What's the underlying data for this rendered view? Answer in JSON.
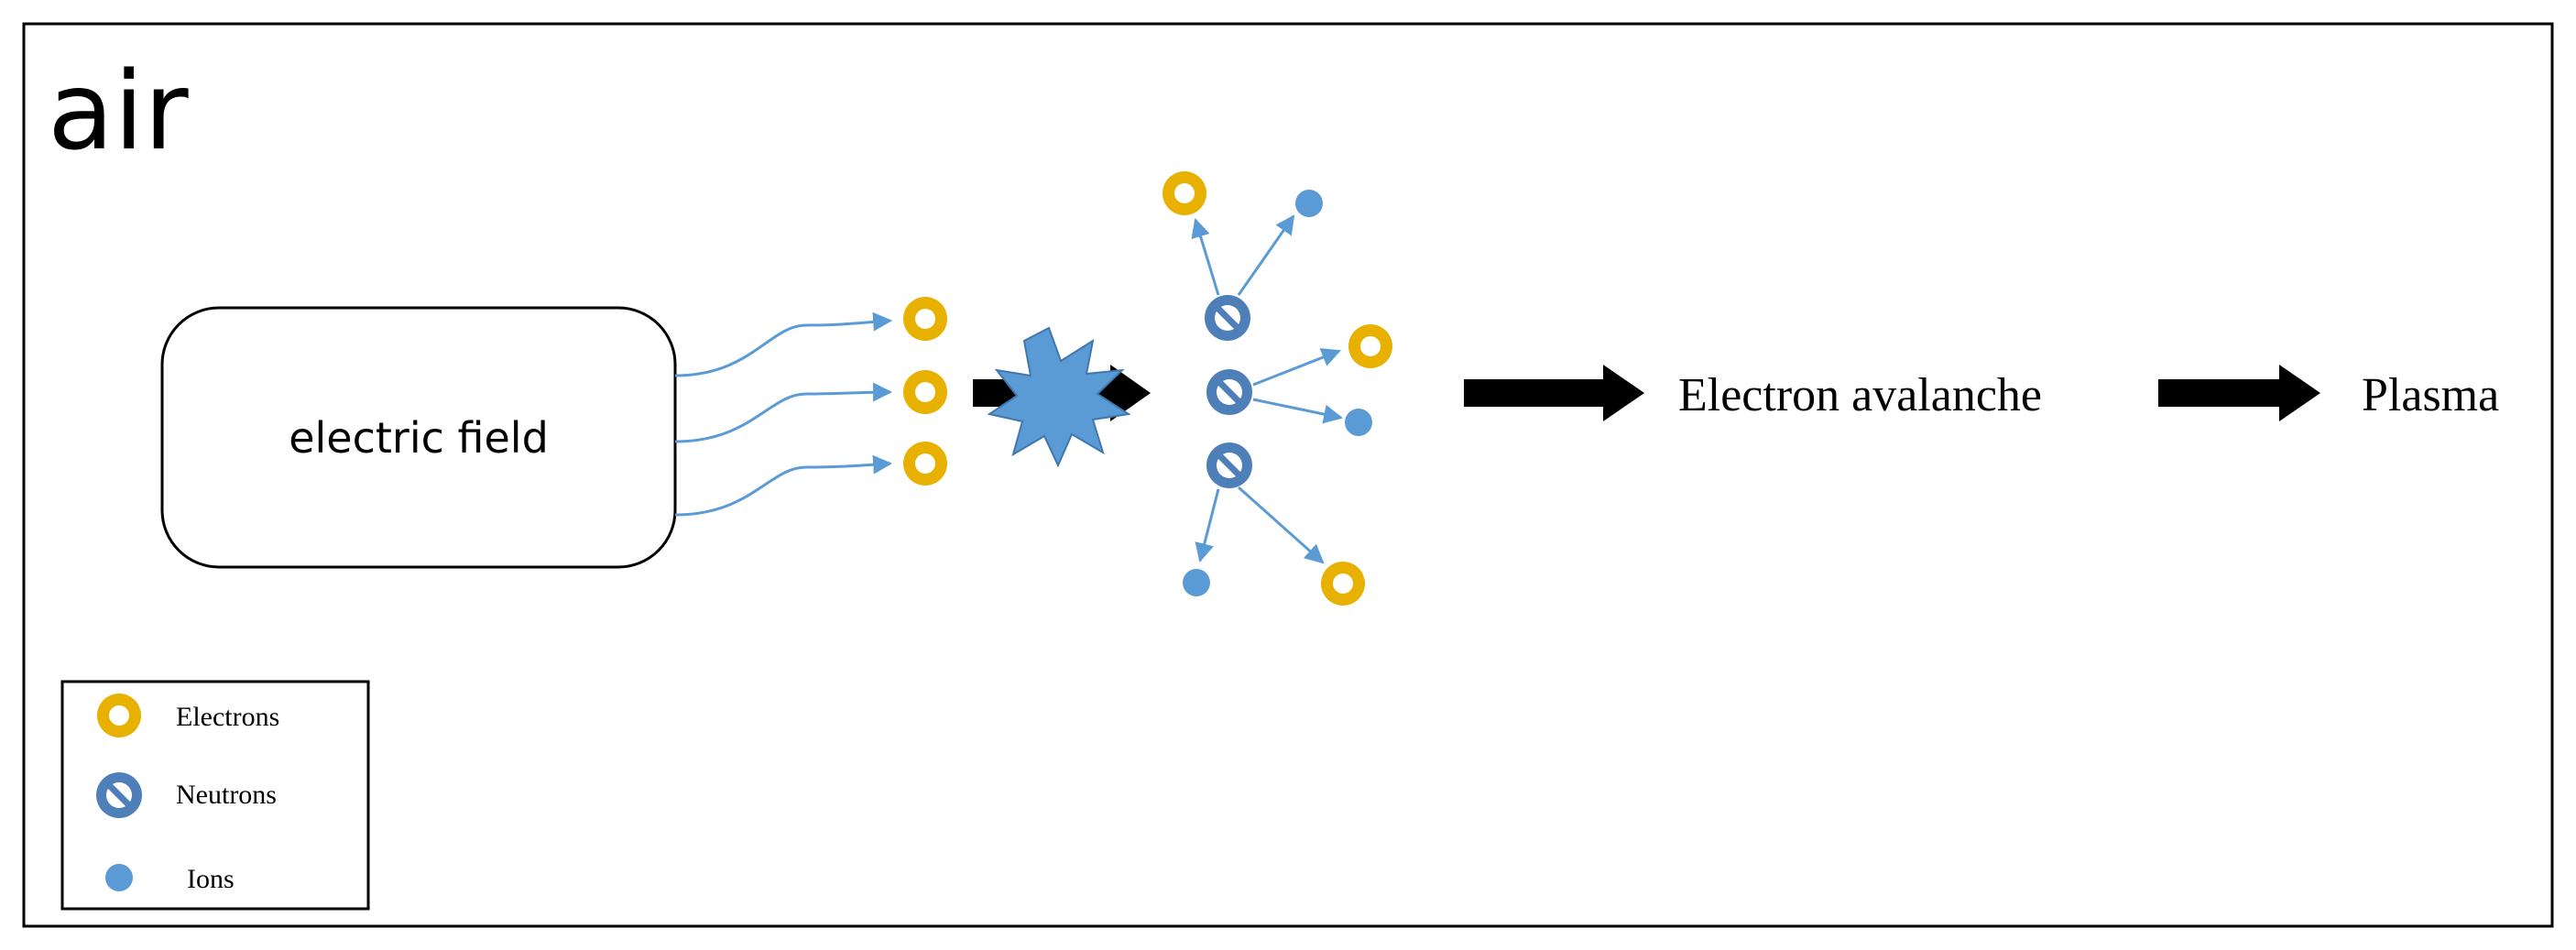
{
  "title": "air",
  "source_box": {
    "label": "electric field"
  },
  "flow": {
    "step1": "Electron avalanche",
    "step2": "Plasma"
  },
  "legend": {
    "electrons": "Electrons",
    "neutrons": "Neutrons",
    "ions": "Ions"
  },
  "colors": {
    "electron_ring": "#E8B100",
    "particle_blue": "#5B9BD5",
    "neutron_ring": "#4F7FB8",
    "arrow_thin": "#5B9BD5",
    "arrow_bold": "#000000",
    "burst": "#5B9BD5"
  }
}
